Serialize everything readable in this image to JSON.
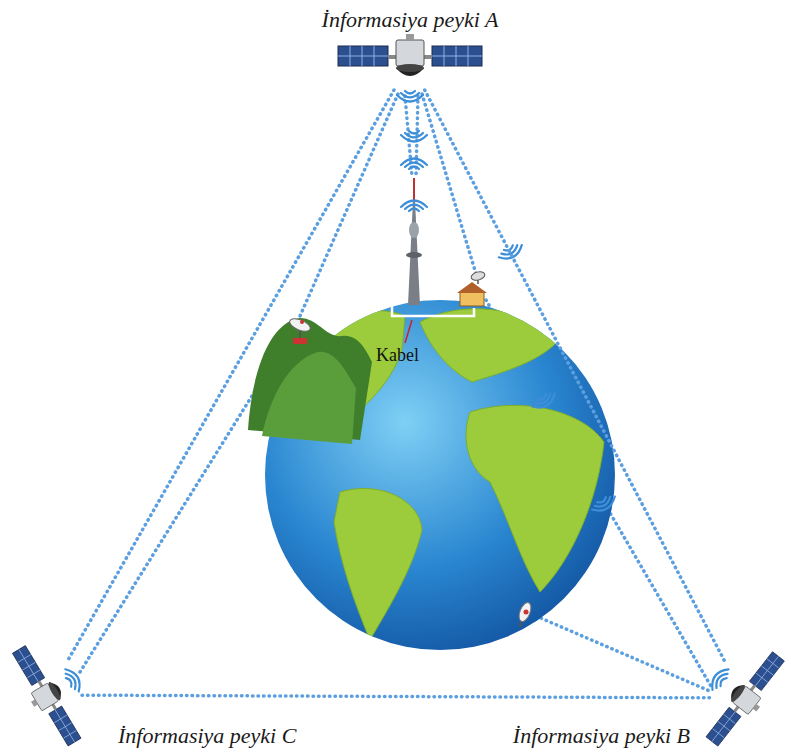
{
  "diagram": {
    "nodes": [
      {
        "text": [
          "İnformasiya peyki A"
        ]
      },
      {
        "text": [
          "İnformasiya peyki C"
        ]
      },
      {
        "text": [
          "İnformasiya peyki B"
        ]
      }
    ],
    "edges": [
      {
        "from": 0,
        "to": 2,
        "arrow": "none"
      },
      {
        "from": 0,
        "to": 1,
        "arrow": "none"
      },
      {
        "from": 1,
        "to": 2,
        "arrow": "none"
      }
    ],
    "labels": [
      "Kabel"
    ]
  }
}
